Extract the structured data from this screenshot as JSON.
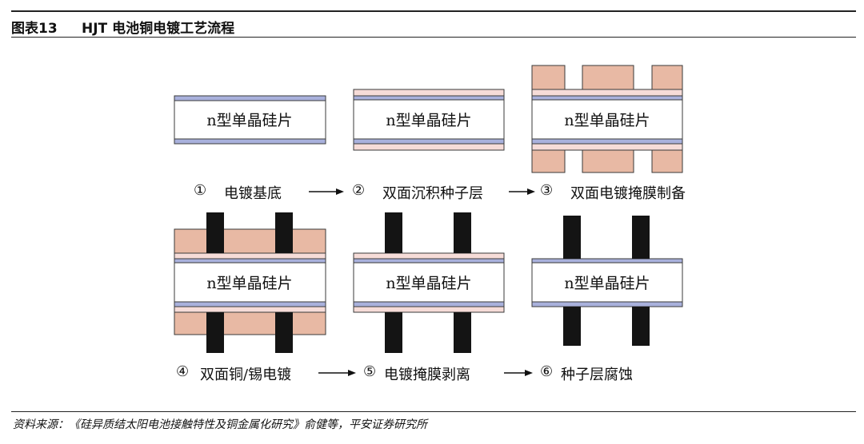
{
  "header": {
    "figure_no": "图表13",
    "title": "HJT 电池铜电镀工艺流程"
  },
  "colors": {
    "silicon": "#ffffff",
    "tco": "#a9b1dc",
    "seed": "#f6dcd8",
    "mask": "#e8b9a4",
    "copper": "#141414",
    "outline": "#3a3a3a"
  },
  "wafer_label": "n型单晶硅片",
  "steps": [
    {
      "no": "①",
      "name": "电镀基底"
    },
    {
      "no": "②",
      "name": "双面沉积种子层"
    },
    {
      "no": "③",
      "name": "双面电镀掩膜制备"
    },
    {
      "no": "④",
      "name": "双面铜/锡电镀"
    },
    {
      "no": "⑤",
      "name": "电镀掩膜剥离"
    },
    {
      "no": "⑥",
      "name": "种子层腐蚀"
    }
  ],
  "arrows": [
    "→",
    "→",
    "→",
    "→"
  ],
  "source": "资料来源：《硅异质结太阳电池接触特性及铜金属化研究》俞健等，平安证券研究所"
}
